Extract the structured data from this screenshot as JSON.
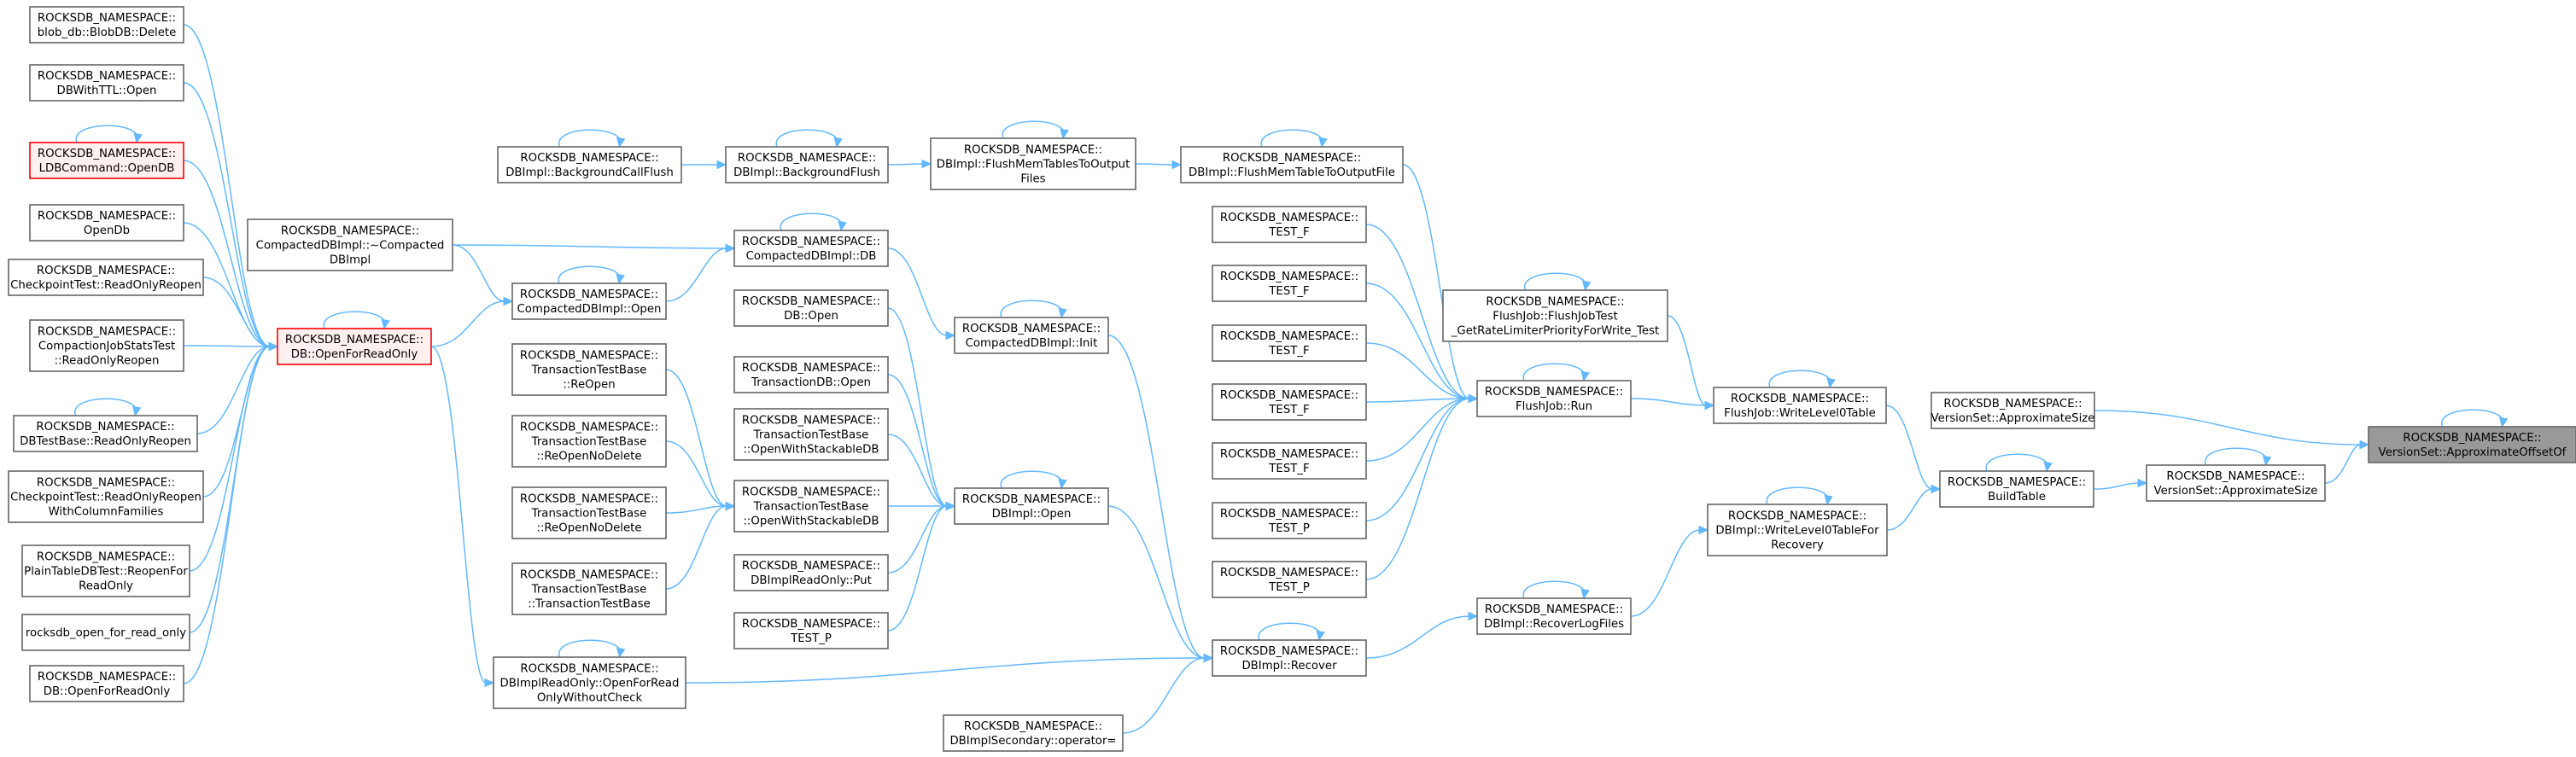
{
  "colors": {
    "edge": "#63B8FF",
    "node_fill": "#ffffff",
    "node_border": "#666666",
    "highlight_fill": "#fff0f0",
    "highlight_border": "#ff0000",
    "root_fill": "#999999",
    "root_border": "#666666"
  },
  "nodes": [
    {
      "id": "root",
      "lines": [
        "ROCKSDB_NAMESPACE::",
        "VersionSet::ApproximateOffsetOf"
      ]
    },
    {
      "id": "vs_size_a",
      "lines": [
        "ROCKSDB_NAMESPACE::",
        "VersionSet::ApproximateSize"
      ]
    },
    {
      "id": "vs_size_b",
      "lines": [
        "ROCKSDB_NAMESPACE::",
        "VersionSet::ApproximateSize"
      ]
    },
    {
      "id": "build_table",
      "lines": [
        "ROCKSDB_NAMESPACE::",
        "BuildTable"
      ]
    },
    {
      "id": "write_l0",
      "lines": [
        "ROCKSDB_NAMESPACE::",
        "FlushJob::WriteLevel0Table"
      ]
    },
    {
      "id": "write_l0_recovery",
      "lines": [
        "ROCKSDB_NAMESPACE::",
        "DBImpl::WriteLevel0TableFor",
        "Recovery"
      ]
    },
    {
      "id": "flushjob_test",
      "lines": [
        "ROCKSDB_NAMESPACE::",
        "FlushJob::FlushJobTest",
        "_GetRateLimiterPriorityForWrite_Test"
      ]
    },
    {
      "id": "flushjob_run",
      "lines": [
        "ROCKSDB_NAMESPACE::",
        "FlushJob::Run"
      ]
    },
    {
      "id": "recover_log",
      "lines": [
        "ROCKSDB_NAMESPACE::",
        "DBImpl::RecoverLogFiles"
      ]
    },
    {
      "id": "flush_table_out",
      "lines": [
        "ROCKSDB_NAMESPACE::",
        "DBImpl::FlushMemTableToOutputFile"
      ]
    },
    {
      "id": "test_f1",
      "lines": [
        "ROCKSDB_NAMESPACE::",
        "TEST_F"
      ]
    },
    {
      "id": "test_f2",
      "lines": [
        "ROCKSDB_NAMESPACE::",
        "TEST_F"
      ]
    },
    {
      "id": "test_f3",
      "lines": [
        "ROCKSDB_NAMESPACE::",
        "TEST_F"
      ]
    },
    {
      "id": "test_f4",
      "lines": [
        "ROCKSDB_NAMESPACE::",
        "TEST_F"
      ]
    },
    {
      "id": "test_f5",
      "lines": [
        "ROCKSDB_NAMESPACE::",
        "TEST_F"
      ]
    },
    {
      "id": "test_p1",
      "lines": [
        "ROCKSDB_NAMESPACE::",
        "TEST_P"
      ]
    },
    {
      "id": "test_p2",
      "lines": [
        "ROCKSDB_NAMESPACE::",
        "TEST_P"
      ]
    },
    {
      "id": "recover",
      "lines": [
        "ROCKSDB_NAMESPACE::",
        "DBImpl::Recover"
      ]
    },
    {
      "id": "flush_tables_out",
      "lines": [
        "ROCKSDB_NAMESPACE::",
        "DBImpl::FlushMemTablesToOutput",
        "Files"
      ]
    },
    {
      "id": "compacted_init",
      "lines": [
        "ROCKSDB_NAMESPACE::",
        "CompactedDBImpl::Init"
      ]
    },
    {
      "id": "dbimpl_open",
      "lines": [
        "ROCKSDB_NAMESPACE::",
        "DBImpl::Open"
      ]
    },
    {
      "id": "secondary_op",
      "lines": [
        "ROCKSDB_NAMESPACE::",
        "DBImplSecondary::operator="
      ]
    },
    {
      "id": "bg_flush",
      "lines": [
        "ROCKSDB_NAMESPACE::",
        "DBImpl::BackgroundFlush"
      ]
    },
    {
      "id": "compacted_db",
      "lines": [
        "ROCKSDB_NAMESPACE::",
        "CompactedDBImpl::DB"
      ]
    },
    {
      "id": "db_open",
      "lines": [
        "ROCKSDB_NAMESPACE::",
        "DB::Open"
      ]
    },
    {
      "id": "txn_db_open",
      "lines": [
        "ROCKSDB_NAMESPACE::",
        "TransactionDB::Open"
      ]
    },
    {
      "id": "txn_open_stack1",
      "lines": [
        "ROCKSDB_NAMESPACE::",
        "TransactionTestBase",
        "::OpenWithStackableDB"
      ]
    },
    {
      "id": "txn_open_stack2",
      "lines": [
        "ROCKSDB_NAMESPACE::",
        "TransactionTestBase",
        "::OpenWithStackableDB"
      ]
    },
    {
      "id": "readonly_put",
      "lines": [
        "ROCKSDB_NAMESPACE::",
        "DBImplReadOnly::Put"
      ]
    },
    {
      "id": "test_p3",
      "lines": [
        "ROCKSDB_NAMESPACE::",
        "TEST_P"
      ]
    },
    {
      "id": "readonly_open_wo",
      "lines": [
        "ROCKSDB_NAMESPACE::",
        "DBImplReadOnly::OpenForRead",
        "OnlyWithoutCheck"
      ]
    },
    {
      "id": "bg_call_flush",
      "lines": [
        "ROCKSDB_NAMESPACE::",
        "DBImpl::BackgroundCallFlush"
      ]
    },
    {
      "id": "compacted_open",
      "lines": [
        "ROCKSDB_NAMESPACE::",
        "CompactedDBImpl::Open"
      ]
    },
    {
      "id": "txn_reopen",
      "lines": [
        "ROCKSDB_NAMESPACE::",
        "TransactionTestBase",
        "::ReOpen"
      ]
    },
    {
      "id": "txn_reopen_nd1",
      "lines": [
        "ROCKSDB_NAMESPACE::",
        "TransactionTestBase",
        "::ReOpenNoDelete"
      ]
    },
    {
      "id": "txn_reopen_nd2",
      "lines": [
        "ROCKSDB_NAMESPACE::",
        "TransactionTestBase",
        "::ReOpenNoDelete"
      ]
    },
    {
      "id": "txn_base",
      "lines": [
        "ROCKSDB_NAMESPACE::",
        "TransactionTestBase",
        "::TransactionTestBase"
      ]
    },
    {
      "id": "compacted_dtor",
      "lines": [
        "ROCKSDB_NAMESPACE::",
        "CompactedDBImpl::~Compacted",
        "DBImpl"
      ]
    },
    {
      "id": "open_for_readonly",
      "lines": [
        "ROCKSDB_NAMESPACE::",
        "DB::OpenForReadOnly"
      ]
    },
    {
      "id": "blob_delete",
      "lines": [
        "ROCKSDB_NAMESPACE::",
        "blob_db::BlobDB::Delete"
      ]
    },
    {
      "id": "dbttl_open",
      "lines": [
        "ROCKSDB_NAMESPACE::",
        "DBWithTTL::Open"
      ]
    },
    {
      "id": "ldb_opendb",
      "lines": [
        "ROCKSDB_NAMESPACE::",
        "LDBCommand::OpenDB"
      ]
    },
    {
      "id": "opendb",
      "lines": [
        "ROCKSDB_NAMESPACE::",
        "OpenDb"
      ]
    },
    {
      "id": "checkpoint_reopen",
      "lines": [
        "ROCKSDB_NAMESPACE::",
        "CheckpointTest::ReadOnlyReopen"
      ]
    },
    {
      "id": "compaction_stats",
      "lines": [
        "ROCKSDB_NAMESPACE::",
        "CompactionJobStatsTest",
        "::ReadOnlyReopen"
      ]
    },
    {
      "id": "dbtestbase_reopen",
      "lines": [
        "ROCKSDB_NAMESPACE::",
        "DBTestBase::ReadOnlyReopen"
      ]
    },
    {
      "id": "checkpoint_cf",
      "lines": [
        "ROCKSDB_NAMESPACE::",
        "CheckpointTest::ReadOnlyReopen",
        "WithColumnFamilies"
      ]
    },
    {
      "id": "plaintable_reopen",
      "lines": [
        "ROCKSDB_NAMESPACE::",
        "PlainTableDBTest::ReopenFor",
        "ReadOnly"
      ]
    },
    {
      "id": "rocksdb_open_ro",
      "lines": [
        "rocksdb_open_for_read_only"
      ]
    },
    {
      "id": "db_open_ro_leaf",
      "lines": [
        "ROCKSDB_NAMESPACE::",
        "DB::OpenForReadOnly"
      ]
    }
  ]
}
